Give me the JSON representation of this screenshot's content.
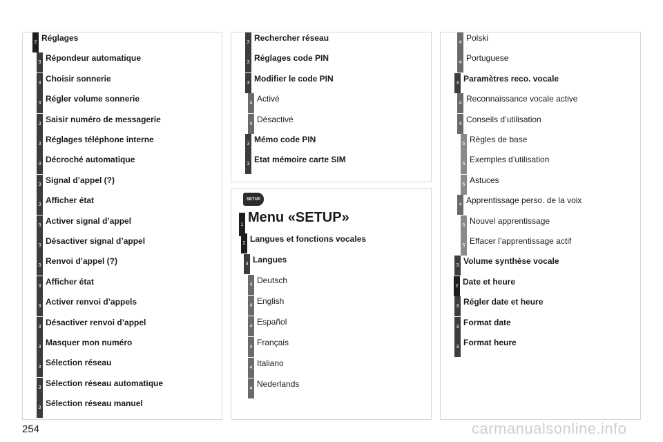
{
  "page_number": "254",
  "watermark": "carmanualsonline.info",
  "setup_icon_label": "SETUP",
  "column1": [
    {
      "level": "2",
      "label": "Réglages",
      "bold": true
    },
    {
      "level": "3",
      "label": "Répondeur automatique",
      "bold": true
    },
    {
      "level": "3",
      "label": "Choisir sonnerie",
      "bold": true
    },
    {
      "level": "3",
      "label": "Régler volume sonnerie",
      "bold": true
    },
    {
      "level": "3",
      "label": "Saisir numéro de messagerie",
      "bold": true
    },
    {
      "level": "3",
      "label": "Réglages téléphone interne",
      "bold": true
    },
    {
      "level": "3",
      "label": "Décroché automatique",
      "bold": true
    },
    {
      "level": "3",
      "label": "Signal d’appel (?)",
      "bold": true
    },
    {
      "level": "3",
      "label": "Afficher état",
      "bold": true
    },
    {
      "level": "3",
      "label": "Activer signal d’appel",
      "bold": true
    },
    {
      "level": "3",
      "label": "Désactiver signal d’appel",
      "bold": true
    },
    {
      "level": "3",
      "label": "Renvoi d’appel (?)",
      "bold": true
    },
    {
      "level": "3",
      "label": "Afficher état",
      "bold": true
    },
    {
      "level": "3",
      "label": "Activer renvoi d’appels",
      "bold": true
    },
    {
      "level": "3",
      "label": "Désactiver renvoi d’appel",
      "bold": true
    },
    {
      "level": "3",
      "label": "Masquer mon numéro",
      "bold": true
    },
    {
      "level": "3",
      "label": "Sélection réseau",
      "bold": true
    },
    {
      "level": "3",
      "label": "Sélection réseau automatique",
      "bold": true
    },
    {
      "level": "3",
      "label": "Sélection réseau manuel",
      "bold": true
    }
  ],
  "column2_top": [
    {
      "level": "3",
      "label": "Rechercher réseau",
      "bold": true
    },
    {
      "level": "3",
      "label": "Réglages code PIN",
      "bold": true
    },
    {
      "level": "3",
      "label": "Modifier le code PIN",
      "bold": true
    },
    {
      "level": "4",
      "label": "Activé",
      "bold": false
    },
    {
      "level": "4",
      "label": "Désactivé",
      "bold": false
    },
    {
      "level": "3",
      "label": "Mémo code PIN",
      "bold": true
    },
    {
      "level": "3",
      "label": "Etat mémoire carte SIM",
      "bold": true
    }
  ],
  "column2_bottom": [
    {
      "level": "1",
      "label": "Menu «SETUP»",
      "bold": true
    },
    {
      "level": "2",
      "label": "Langues et fonctions vocales",
      "bold": true
    },
    {
      "level": "3",
      "label": "Langues",
      "bold": true
    },
    {
      "level": "4",
      "label": "Deutsch",
      "bold": false
    },
    {
      "level": "4",
      "label": "English",
      "bold": false
    },
    {
      "level": "4",
      "label": "Español",
      "bold": false
    },
    {
      "level": "4",
      "label": "Français",
      "bold": false
    },
    {
      "level": "4",
      "label": "Italiano",
      "bold": false
    },
    {
      "level": "4",
      "label": "Nederlands",
      "bold": false
    }
  ],
  "column3": [
    {
      "level": "4",
      "label": "Polski",
      "bold": false
    },
    {
      "level": "4",
      "label": "Portuguese",
      "bold": false
    },
    {
      "level": "3",
      "label": "Paramètres reco. vocale",
      "bold": true
    },
    {
      "level": "4",
      "label": "Reconnaissance vocale active",
      "bold": false
    },
    {
      "level": "4",
      "label": "Conseils d’utilisation",
      "bold": false
    },
    {
      "level": "5",
      "label": "Règles de base",
      "bold": false
    },
    {
      "level": "5",
      "label": "Exemples d’utilisation",
      "bold": false
    },
    {
      "level": "5",
      "label": "Astuces",
      "bold": false
    },
    {
      "level": "4",
      "label": "Apprentissage perso. de la voix",
      "bold": false
    },
    {
      "level": "5",
      "label": "Nouvel apprentissage",
      "bold": false
    },
    {
      "level": "5",
      "label": "Effacer l’apprentissage actif",
      "bold": false
    },
    {
      "level": "3",
      "label": "Volume synthèse vocale",
      "bold": true
    },
    {
      "level": "2",
      "label": "Date et heure",
      "bold": true
    },
    {
      "level": "3",
      "label": "Régler date et heure",
      "bold": true
    },
    {
      "level": "3",
      "label": "Format date",
      "bold": true
    },
    {
      "level": "3",
      "label": "Format heure",
      "bold": true
    }
  ]
}
